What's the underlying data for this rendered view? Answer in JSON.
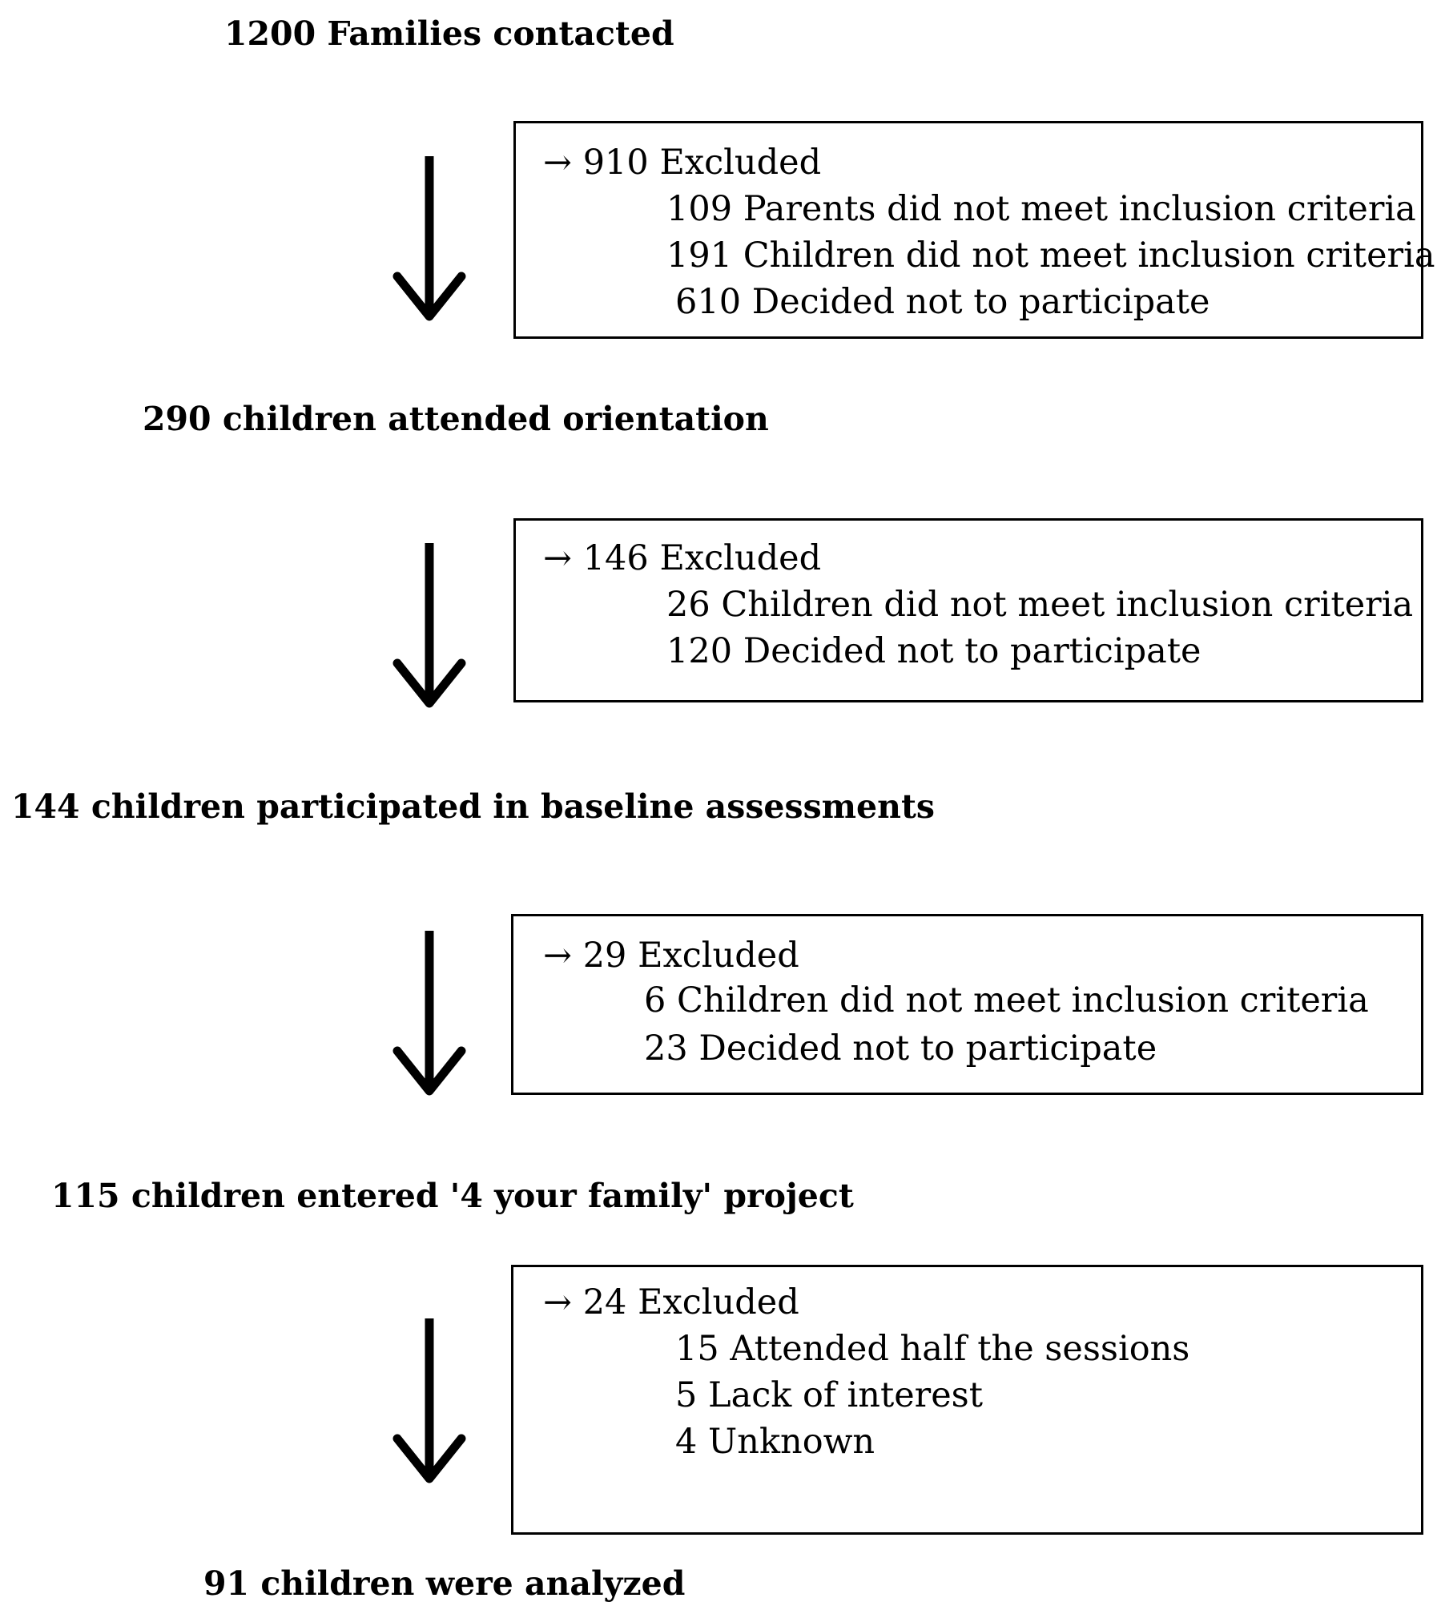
{
  "stages": [
    "1200 Families contacted",
    "290 children attended orientation",
    "144 children participated in baseline assessments",
    "115 children entered  '4 your family' project",
    "91 children were analyzed"
  ],
  "exclusions": [
    {
      "header": "→ 910 Excluded",
      "items": [
        "109 Parents did not meet inclusion criteria",
        "191 Children did not meet inclusion criteria",
        "610 Decided not to participate"
      ]
    },
    {
      "header": "→ 146 Excluded",
      "items": [
        "26 Children did not meet inclusion criteria",
        "120 Decided not to participate"
      ]
    },
    {
      "header": "→ 29 Excluded",
      "items": [
        "6 Children did not meet inclusion criteria",
        "23 Decided not to participate"
      ]
    },
    {
      "header": "→ 24 Excluded",
      "items": [
        "15 Attended half the sessions",
        "5 Lack of interest",
        "4 Unknown"
      ]
    }
  ]
}
